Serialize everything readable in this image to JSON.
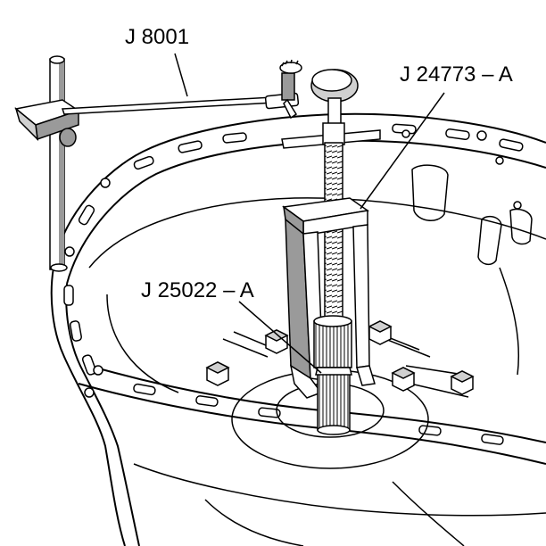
{
  "labels": {
    "dial_indicator_tool": "J 8001",
    "puller_tool": "J 24773 – A",
    "adapter_tool": "J 25022 – A"
  },
  "colors": {
    "ink": "#000000",
    "paper": "#ffffff",
    "shade": "#9a9a9a",
    "light_shade": "#d0d0d0"
  }
}
